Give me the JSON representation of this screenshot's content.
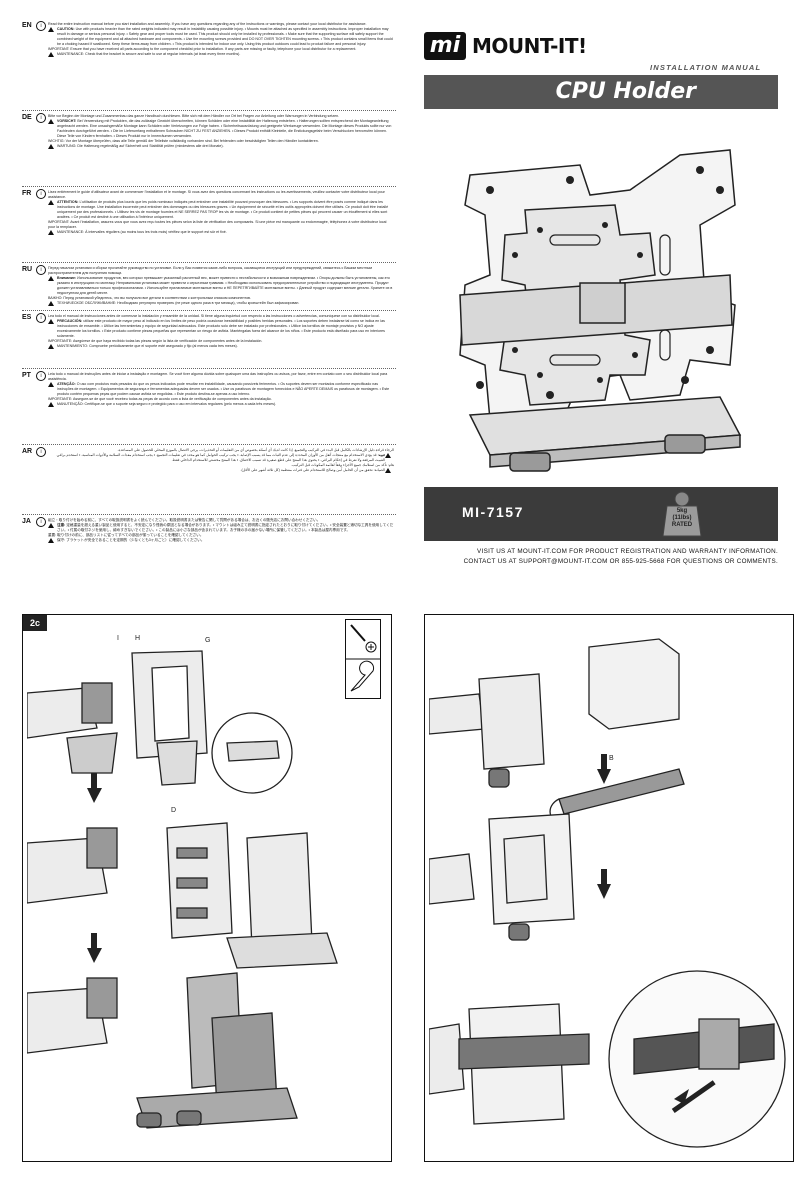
{
  "brand": {
    "logo_mark": "mi",
    "name": "MOUNT-IT!"
  },
  "header": {
    "subtitle": "INSTALLATION MANUAL",
    "title": "CPU Holder"
  },
  "model": {
    "number": "MI-7157",
    "weight_line1": "5kg",
    "weight_line2": "(11lbs)",
    "weight_line3": "RATED"
  },
  "contact": {
    "line1": "VISIT US AT MOUNT-IT.COM FOR PRODUCT REGISTRATION AND WARRANTY INFORMATION.",
    "line2": "CONTACT US AT SUPPORT@MOUNT-IT.COM OR 855-925-5668 FOR QUESTIONS OR COMMENTS."
  },
  "languages": [
    {
      "code": "EN",
      "intro": "Read the entire instruction manual before you start installation and assembly. If you have any questions regarding any of the instructions or warnings, please contact your local distributor for assistance.",
      "caution_label": "CAUTION:",
      "caution": "Use with products heavier than the rated weights indicated may result in instability causing possible injury. • Mounts must be attached as specified in assembly instructions. Improper installation may result in damage or serious personal injury. • Safety gear and proper tools must be used. This product should only be installed by professionals. • Make sure that the supporting surface will safely support the combined weight of the equipment and all attached hardware and components. • Use the mounting screws provided and DO NOT OVER TIGHTEN mounting screws. • This product contains small items that could be a choking hazard if swallowed. Keep these items away from children. • This product is intended for indoor use only. Using this product outdoors could lead to product failure and personal injury.",
      "important": "IMPORTANT: Ensure that you have received all parts according to the component checklist prior to installation. If any parts are missing or faulty, telephone your local distributor for a replacement.",
      "maintenance": "MAINTENANCE: Check that the bracket is secure and safe to use at regular intervals (at least every three months)."
    },
    {
      "code": "DE",
      "intro": "Bitte vor Beginn der Montage und Zusammenbau das ganze Handbuch durchlesen. Bitte sich mit dem Händler vor Ort bei Fragen zur Anleitung oder Warnungen in Verbindung setzen.",
      "caution_label": "VORSICHT:",
      "caution": "Bei Verwendung mit Produkten, die das zulässige Gewicht überschreiten, können Schäden oder eine Instabilität der Halterung entstehen. • Halterungen sollten entsprechend der Montageanleitung angebracht werden. Eine unsachgemäße Montage kann Schäden oder Verletzungen zur Folge haben. • Sicherheitsausrüstung und geeignete Werkzeuge verwenden. Die Montage dieses Produkts sollte nur von Fachleuten durchgeführt werden. • Die im Lieferumfang enthaltenen Schrauben NICHT ZU FEST ANZIEHEN. • Dieses Produkt enthält Kleinteile, die Erstickungsgefahr beim Verschlucken hervorrufen können. Diese Teile von Kindern fernhalten. • Dieses Produkt nur in Innenräumen verwenden.",
      "important": "WICHTIG: Vor der Montage überprüfen, dass alle Teile gemäß der Teileliste vollständig vorhanden sind. Bei fehlenden oder beschädigten Teilen den Händler kontaktieren.",
      "maintenance": "WARTUNG: Die Halterung regelmäßig auf Sicherheit und Stabilität prüfen (mindestens alle drei Monate)."
    },
    {
      "code": "FR",
      "intro": "Lisez entièrement le guide d'utilisateur avant de commencer l'installation et le montage. Si vous avez des questions concernant les instructions ou les avertissements, veuillez contacter votre distributeur local pour assistance.",
      "caution_label": "ATTENTION:",
      "caution": "L'utilisation de produits plus lourds que les poids nominaux indiqués peut entraîner une instabilité pouvant provoquer des blessures. • Les supports doivent être posés comme indiqué dans les instructions de montage. Une installation incorrecte peut entraîner des dommages ou des blessures graves. • Un équipement de sécurité et les outils appropriés doivent être utilisés. Ce produit doit être installé uniquement par des professionnels. • Utilisez les vis de montage fournies et NE SERREZ PAS TROP les vis de montage. • Ce produit contient de petites pièces qui peuvent causer un étouffement si elles sont avalées. • Ce produit est destiné à une utilisation à l'intérieur uniquement.",
      "important": "IMPORTANT: Avant l'installation, assurez-vous que vous avez reçu toutes les pièces selon la liste de vérification des composants. Si une pièce est manquante ou endommagée, téléphonez à votre distributeur local pour la remplacer.",
      "maintenance": "MAINTENANCE: À intervalles réguliers (au moins tous les trois mois) vérifiez que le support est sûr et fixé."
    },
    {
      "code": "RU",
      "intro": "Перед началом установки и сборки прочитайте руководство по установке. Если у Вас появятся какие-либо вопросы, касающиеся инструкций или предупреждений, свяжитесь с Вашим местным распространителем для получения помощи.",
      "caution_label": "Внимание:",
      "caution": "Использование продуктов, вес которых превышает указанный расчетный вес, может привести к нестабильности и возможным повреждениям. • Опоры должны быть установлены, как это указано в инструкциях по монтажу. Неправильная установка может привести к серьезным травмам. • Необходимо использовать предохранительное устройство и подходящие инструменты. Продукт должен устанавливаться только профессионалами. • Используйте прилагаемые монтажные винты и НЕ ПЕРЕТЯГИВАЙТЕ монтажные винты. • Данный продукт содержит мелкие детали. Храните их в недоступном для детей месте.",
      "important": "ВАЖНО: Перед установкой убедитесь, что вы получили все детали в соответствии с контрольным списком компонентов.",
      "maintenance": "ТЕХНИЧЕСКОЕ ОБСЛУЖИВАНИЕ: Необходимо регулярно проверять (не реже одного раза в три месяца), чтобы кронштейн был зафиксирован."
    },
    {
      "code": "ES",
      "intro": "Lea todo el manual de instrucciones antes de comenzar la instalación y ensamble de la unidad. Si tiene alguna inquietud con respecto a las instrucciones o advertencias, comuníquese con su distribuidor local.",
      "caution_label": "PRECAUCIÓN:",
      "caution": "utilizar este producto de mayor peso al indicado en los límites de peso podría ocasionar inestabilidad y posibles heridas personales. • Los soportes deben instalarse tal como se indica en las instrucciones de ensamble. • Utilice las herramientas y equipo de seguridad adecuados. Este producto solo debe ser instalado por profesionales. • Utilice los tornillos de montaje provistos y NO ajuste excesivamente los tornillos. • Este producto contiene piezas pequeñas que representan un riesgo de asfixia. Manténgalas fuera del alcance de los niños. • Este producto está diseñado para uso en interiores solamente.",
      "important": "IMPORTANTE: Asegúrese de que haya recibido todas las piezas según la lista de verificación de componentes antes de la instalación.",
      "maintenance": "MANTENIMIENTO: Compruebe periódicamente que el soporte esté asegurado y fijo (al menos cada tres meses)."
    },
    {
      "code": "PT",
      "intro": "Leia todo o manual de instruções antes de iniciar a instalação e montagem. Se você tiver alguma dúvida sobre quaisquer uma das instruções ou avisos, por favor, entre em contato com o seu distribuidor local para assistência.",
      "caution_label": "ATENÇÃO:",
      "caution": "O uso com produtos mais pesados do que os pesos indicados pode resultar em instabilidade, causando possíveis ferimentos. • Os suportes devem ser montados conforme especificado nas instruções de montagem. • Equipamentos de segurança e ferramentas adequadas devem ser usados. • Use os parafusos de montagem fornecidos e NÃO APERTE DEMAIS os parafusos de montagem. • Este produto contém pequenas peças que podem causar asfixia se engolidas. • Este produto destina-se apenas a uso interno.",
      "important": "IMPORTANTE: Assegure-se de que você recebeu todas as peças de acordo com a lista de verificação de componentes antes da instalação.",
      "maintenance": "MANUTENÇÃO: Certifique-se que o suporte seja seguro e protegido para o uso em intervalos regulares (pelo menos a cada três meses)."
    },
    {
      "code": "AR",
      "intro": "الرجاء قراءة دليل الإرشادات بالكامل قبل البدء في التركيب والتجميع. إذا كانت لديك أي أسئلة بخصوص أي من التعليمات أو التحذيرات، يرجى الاتصال بالموزع المحلي للحصول على المساعدة.",
      "caution_label": "تنبيه:",
      "caution": "قد يؤدي الاستخدام مع منتجات أثقل من الأوزان المحددة إلى عدم الثبات مما قد يسبب الإصابة. • يجب تركيب الحوامل كما هو محدد في تعليمات التجميع. • يجب استخدام معدات السلامة والأدوات المناسبة. • استخدم براغي التثبيت المرفقة ولا تفرط في إحكام البراغي. • يحتوي هذا المنتج على قطع صغيرة قد تسبب الاختناق. • هذا المنتج مخصص للاستخدام الداخلي فقط.",
      "important": "هام: تأكد من استلامك جميع الأجزاء وفقاً لقائمة المكونات قبل التركيب.",
      "maintenance": "الصيانة: تحقق من أن الحامل آمن وصالح للاستخدام على فترات منتظمة (كل ثلاثة أشهر على الأقل)."
    },
    {
      "code": "JA",
      "intro": "組立・取り付けを始める前に、すべての取扱説明書をよく読んでください。取扱説明書または警告に関して質問がある場合は、お近くの販売店にお問い合わせください。",
      "caution_label": "注意:",
      "caution": "定格重量を超える重い製品と使用すると、不安定になり怪我の原因となる場合があります。• マウントは組み立て説明書に指定されたとおりに取り付けてください。• 安全装置と適切な工具を使用してください。• 付属の取付ネジを使用し、締めすぎないでください。• この製品には小さな部品が含まれています。お子様の手の届かない場所に保管してください。• 本製品は屋内専用です。",
      "important": "重要: 取り付けの前に、部品リストに従ってすべての部品が揃っていることを確認してください。",
      "maintenance": "保守: ブラケットが安全であることを定期的（少なくとも3ヶ月ごと）に確認してください。"
    }
  ],
  "left_panel": {
    "step": "2c",
    "label_i": "I",
    "label_h": "H",
    "label_g": "G",
    "label_d": "D"
  },
  "right_panel": {
    "label_b": "B"
  },
  "icons": [
    "screwdriver-icon",
    "wrench-icon",
    "arrow-down-icon",
    "warning-triangle-icon"
  ]
}
